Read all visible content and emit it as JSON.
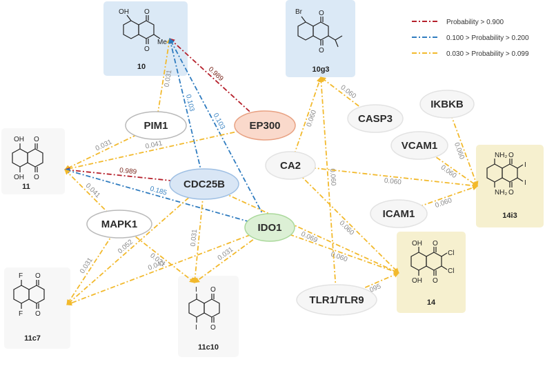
{
  "colors": {
    "red": "#b51f2a",
    "blue": "#2e7bbf",
    "yellow": "#f2b92c",
    "label_red": "#7a2a20",
    "label_blue": "#3e86c4",
    "label_grey": "#8a8a8a",
    "compound_blue_bg": "#dbe9f6",
    "compound_yellow_bg": "#f6f0cf",
    "compound_grey_bg": "#f7f7f7"
  },
  "legend": [
    {
      "text": "Probability > 0.900",
      "color": "#b51f2a",
      "series": "red"
    },
    {
      "text": "0.100 > Probability > 0.200",
      "color": "#2e7bbf",
      "series": "blue"
    },
    {
      "text": "0.030 > Probability > 0.099",
      "color": "#f2b92c",
      "series": "yellow"
    }
  ],
  "compounds": {
    "c10": {
      "label": "10",
      "atoms": [
        "OH",
        "O",
        "O",
        "Me"
      ]
    },
    "c10g3": {
      "label": "10g3",
      "atoms": [
        "Br",
        "O",
        "O"
      ]
    },
    "c11": {
      "label": "11",
      "atoms": [
        "OH",
        "OH",
        "O",
        "O"
      ]
    },
    "c11c7": {
      "label": "11c7",
      "atoms": [
        "F",
        "F",
        "O",
        "O"
      ]
    },
    "c11c10": {
      "label": "11c10",
      "atoms": [
        "I",
        "I",
        "O",
        "O"
      ]
    },
    "c14": {
      "label": "14",
      "atoms": [
        "OH",
        "OH",
        "O",
        "O",
        "Cl",
        "Cl"
      ]
    },
    "c14i3": {
      "label": "14i3",
      "atoms": [
        "NH₂",
        "NH₂",
        "O",
        "O",
        "I",
        "I"
      ]
    }
  },
  "targets": {
    "PIM1": "PIM1",
    "EP300": "EP300",
    "CDC25B": "CDC25B",
    "MAPK1": "MAPK1",
    "IDO1": "IDO1",
    "CA2": "CA2",
    "CASP3": "CASP3",
    "IKBKB": "IKBKB",
    "VCAM1": "VCAM1",
    "ICAM1": "ICAM1",
    "TLR": "TLR1/TLR9"
  },
  "edges": [
    {
      "from": "PIM1",
      "to": "c10",
      "label": "0.031",
      "series": "yellow"
    },
    {
      "from": "EP300",
      "to": "c10",
      "label": "0.989",
      "series": "red"
    },
    {
      "from": "CDC25B",
      "to": "c10",
      "label": "0.103",
      "series": "blue"
    },
    {
      "from": "IDO1",
      "to": "c10",
      "label": "0.103",
      "series": "blue"
    },
    {
      "from": "PIM1",
      "to": "c11",
      "label": "0.031",
      "series": "yellow"
    },
    {
      "from": "EP300",
      "to": "c11",
      "label": "0.041",
      "series": "yellow"
    },
    {
      "from": "CDC25B",
      "to": "c11",
      "label": "0.989",
      "series": "red"
    },
    {
      "from": "IDO1",
      "to": "c11",
      "label": "0.185",
      "series": "blue"
    },
    {
      "from": "MAPK1",
      "to": "c11",
      "label": "0.041",
      "series": "yellow"
    },
    {
      "from": "CA2",
      "to": "c10g3",
      "label": "0.060",
      "series": "yellow"
    },
    {
      "from": "CASP3",
      "to": "c10g3",
      "label": "0.060",
      "series": "yellow"
    },
    {
      "from": "TLR",
      "to": "c10g3",
      "label": "0.060",
      "series": "yellow"
    },
    {
      "from": "IKBKB",
      "to": "c14i3",
      "label": "0.060",
      "series": "yellow"
    },
    {
      "from": "VCAM1",
      "to": "c14i3",
      "label": "0.060",
      "series": "yellow"
    },
    {
      "from": "CA2",
      "to": "c14i3",
      "label": "0.060",
      "series": "yellow"
    },
    {
      "from": "ICAM1",
      "to": "c14i3",
      "label": "0.060",
      "series": "yellow"
    },
    {
      "from": "CA2",
      "to": "c14",
      "label": "0.060",
      "series": "yellow"
    },
    {
      "from": "CDC25B",
      "to": "c14",
      "label": "0.069",
      "series": "yellow"
    },
    {
      "from": "IDO1",
      "to": "c14",
      "label": "0.060",
      "series": "yellow"
    },
    {
      "from": "TLR",
      "to": "c14",
      "label": "0.095",
      "series": "yellow"
    },
    {
      "from": "MAPK1",
      "to": "c11c7",
      "label": "0.031",
      "series": "yellow"
    },
    {
      "from": "CDC25B",
      "to": "c11c7",
      "label": "0.052",
      "series": "yellow"
    },
    {
      "from": "IDO1",
      "to": "c11c7",
      "label": "0.041",
      "series": "yellow"
    },
    {
      "from": "MAPK1",
      "to": "c11c10",
      "label": "0.031",
      "series": "yellow"
    },
    {
      "from": "CDC25B",
      "to": "c11c10",
      "label": "0.031",
      "series": "yellow"
    },
    {
      "from": "IDO1",
      "to": "c11c10",
      "label": "0.031",
      "series": "yellow"
    }
  ]
}
